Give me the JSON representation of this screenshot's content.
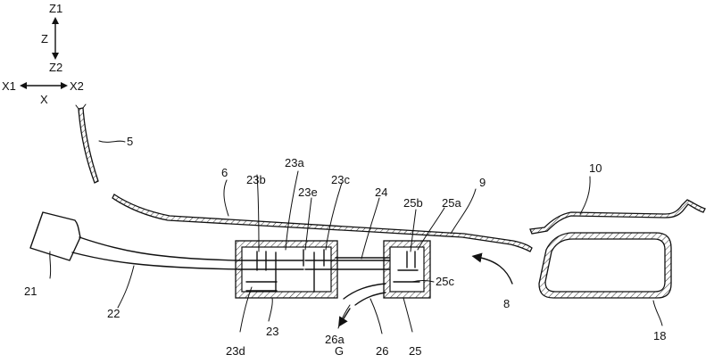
{
  "axes": {
    "z_up": "Z1",
    "z": "Z",
    "z_down": "Z2",
    "x_left": "X1",
    "x_right": "X2",
    "x": "X"
  },
  "labels": {
    "l5": "5",
    "l6": "6",
    "l8": "8",
    "l9": "9",
    "l10": "10",
    "l18": "18",
    "l21": "21",
    "l22": "22",
    "l23": "23",
    "l23a": "23a",
    "l23b": "23b",
    "l23c": "23c",
    "l23d": "23d",
    "l23e": "23e",
    "l24": "24",
    "l25": "25",
    "l25a": "25a",
    "l25b": "25b",
    "l25c": "25c",
    "l26": "26",
    "l26a": "26a",
    "lG": "G"
  }
}
